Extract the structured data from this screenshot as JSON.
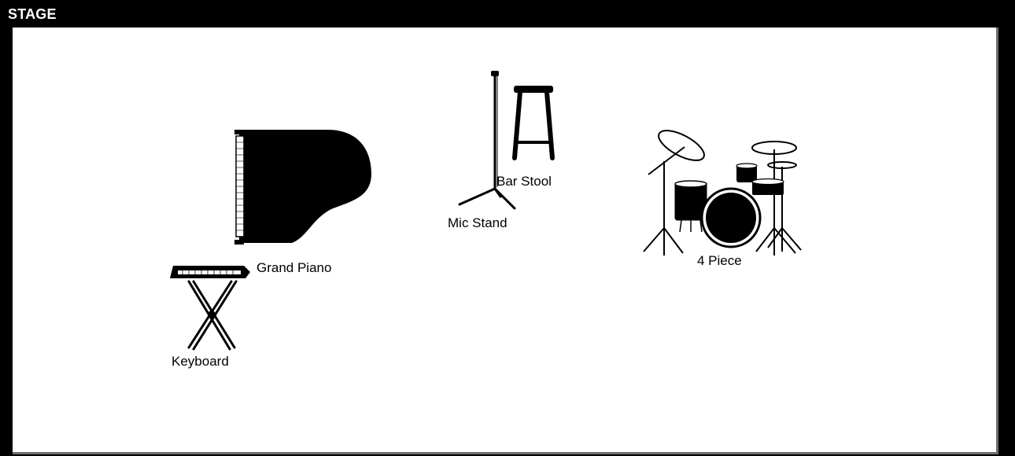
{
  "panel": {
    "title": "STAGE"
  },
  "items": {
    "grand_piano": {
      "label": "Grand Piano",
      "icon": "grand-piano-icon"
    },
    "keyboard": {
      "label": "Keyboard",
      "icon": "keyboard-stand-icon"
    },
    "mic_stand": {
      "label": "Mic Stand",
      "icon": "mic-stand-icon"
    },
    "bar_stool": {
      "label": "Bar Stool",
      "icon": "bar-stool-icon"
    },
    "drums": {
      "label": "4 Piece",
      "icon": "drum-kit-icon"
    }
  }
}
